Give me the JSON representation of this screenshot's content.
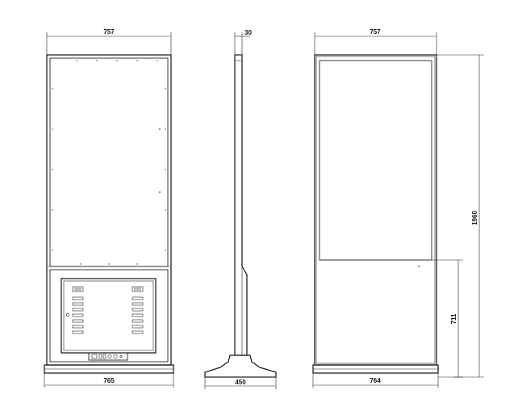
{
  "dimensions": {
    "front_top_width": "757",
    "front_base_width": "765",
    "side_depth": "30",
    "side_base_width": "450",
    "back_top_width": "757",
    "back_base_width": "764",
    "total_height": "1960",
    "lower_height": "711"
  },
  "colors": {
    "line": "#222222",
    "background": "#ffffff"
  }
}
